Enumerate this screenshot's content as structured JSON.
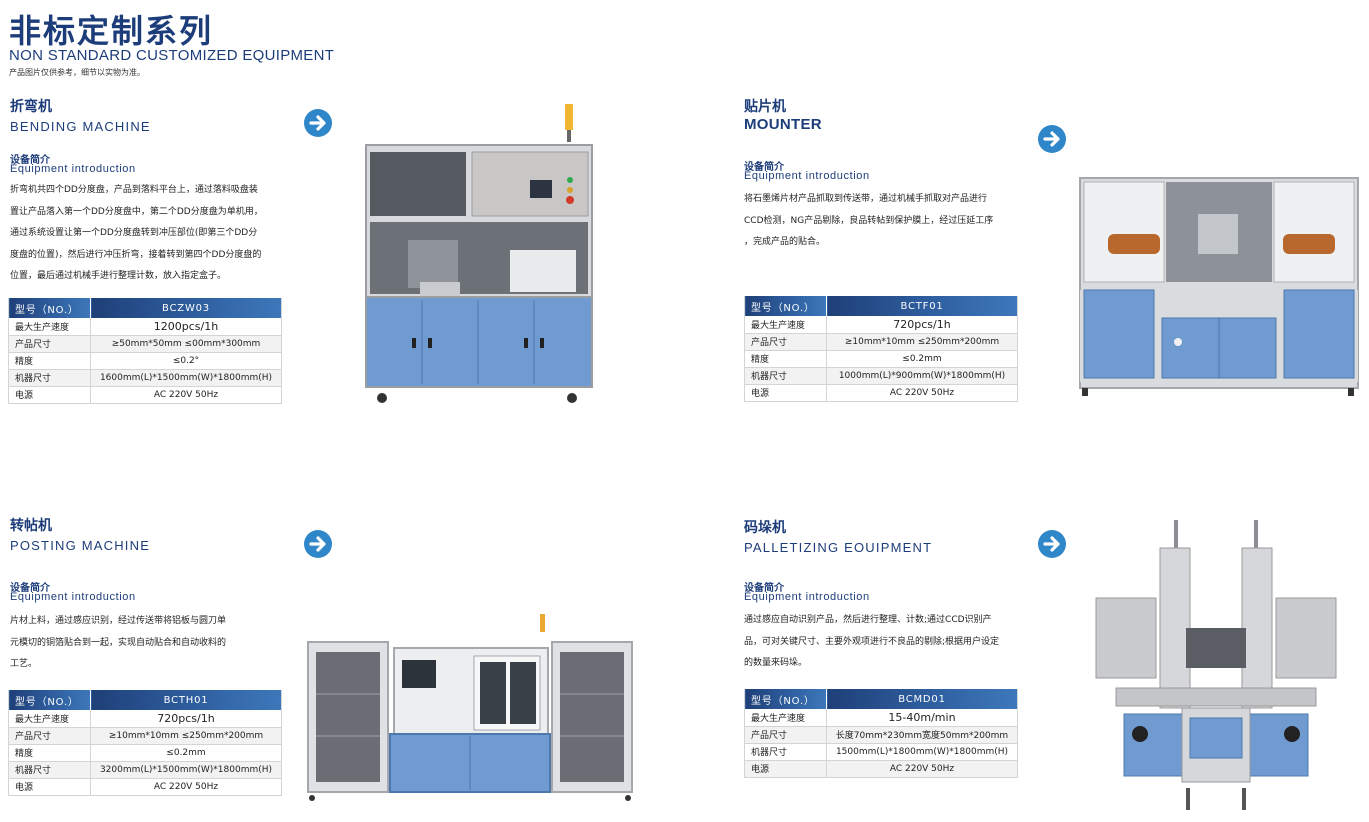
{
  "header": {
    "title_cn": "非标定制系列",
    "title_en": "NON STANDARD CUSTOMIZED EQUIPMENT",
    "note": "产品图片仅供参考，细节以实物为准。"
  },
  "intro_label_cn": "设备简介",
  "intro_label_en": "Equipment introduction",
  "machines": [
    {
      "name_cn": "折弯机",
      "name_en": "BENDING MACHINE",
      "desc": [
        "折弯机共四个DD分度盘，产品到落料平台上，通过落料吸盘装",
        "置让产品落入第一个DD分度盘中，第二个DD分度盘为单机用，",
        "通过系统设置让第一个DD分度盘转到冲压部位(即第三个DD分",
        "度盘的位置)，然后进行冲压折弯，接着转到第四个DD分度盘的",
        "位置，最后通过机械手进行整理计数，放入指定盒子。"
      ],
      "spec_header": [
        "型号（NO.）",
        "BCZW03"
      ],
      "specs": [
        [
          "最大生产速度",
          "1200pcs/1h"
        ],
        [
          "产品尺寸",
          "≥50mm*50mm ≤00mm*300mm"
        ],
        [
          "精度",
          "≤0.2°"
        ],
        [
          "机器尺寸",
          "1600mm(L)*1500mm(W)*1800mm(H)"
        ],
        [
          "电源",
          "AC 220V 50Hz"
        ]
      ]
    },
    {
      "name_cn": "贴片机",
      "name_en": "MOUNTER",
      "desc": [
        "将石墨烯片材产品抓取到传送带，通过机械手抓取对产品进行",
        "CCD检测，NG产品剔除，良品转帖到保护膜上，经过压延工序",
        "，完成产品的贴合。"
      ],
      "spec_header": [
        "型号（NO.）",
        "BCTF01"
      ],
      "specs": [
        [
          "最大生产速度",
          "720pcs/1h"
        ],
        [
          "产品尺寸",
          "≥10mm*10mm ≤250mm*200mm"
        ],
        [
          "精度",
          "≤0.2mm"
        ],
        [
          "机器尺寸",
          "1000mm(L)*900mm(W)*1800mm(H)"
        ],
        [
          "电源",
          "AC 220V 50Hz"
        ]
      ]
    },
    {
      "name_cn": "转帖机",
      "name_en": "POSTING MACHINE",
      "desc": [
        "片材上料，通过感应识别，经过传送带将铝板与圆刀单",
        "元模切的铜箔贴合到一起，实现自动贴合和自动收料的",
        "工艺。"
      ],
      "spec_header": [
        "型号（NO.）",
        "BCTH01"
      ],
      "specs": [
        [
          "最大生产速度",
          "720pcs/1h"
        ],
        [
          "产品尺寸",
          "≥10mm*10mm ≤250mm*200mm"
        ],
        [
          "精度",
          "≤0.2mm"
        ],
        [
          "机器尺寸",
          "3200mm(L)*1500mm(W)*1800mm(H)"
        ],
        [
          "电源",
          "AC 220V 50Hz"
        ]
      ]
    },
    {
      "name_cn": "码垛机",
      "name_en": "PALLETIZING EOUIPMENT",
      "desc": [
        "通过感应自动识别产品，然后进行整理、计数;通过CCD识别产",
        "品，可对关键尺寸、主要外观项进行不良品的剔除;根据用户设定",
        "的数量来码垛。"
      ],
      "spec_header": [
        "型号（NO.）",
        "BCMD01"
      ],
      "specs": [
        [
          "最大生产速度",
          "15-40m/min"
        ],
        [
          "产品尺寸",
          "长度70mm*230mm宽度50mm*200mm"
        ],
        [
          "机器尺寸",
          "1500mm(L)*1800mm(W)*1800mm(H)"
        ],
        [
          "电源",
          "AC 220V 50Hz"
        ]
      ]
    }
  ],
  "icons": {
    "arrow": "arrow-right-circle-icon"
  },
  "colors": {
    "brand": "#1d3d7a",
    "accent": "#2f86c9",
    "cabinet": "#6f9bd1"
  }
}
